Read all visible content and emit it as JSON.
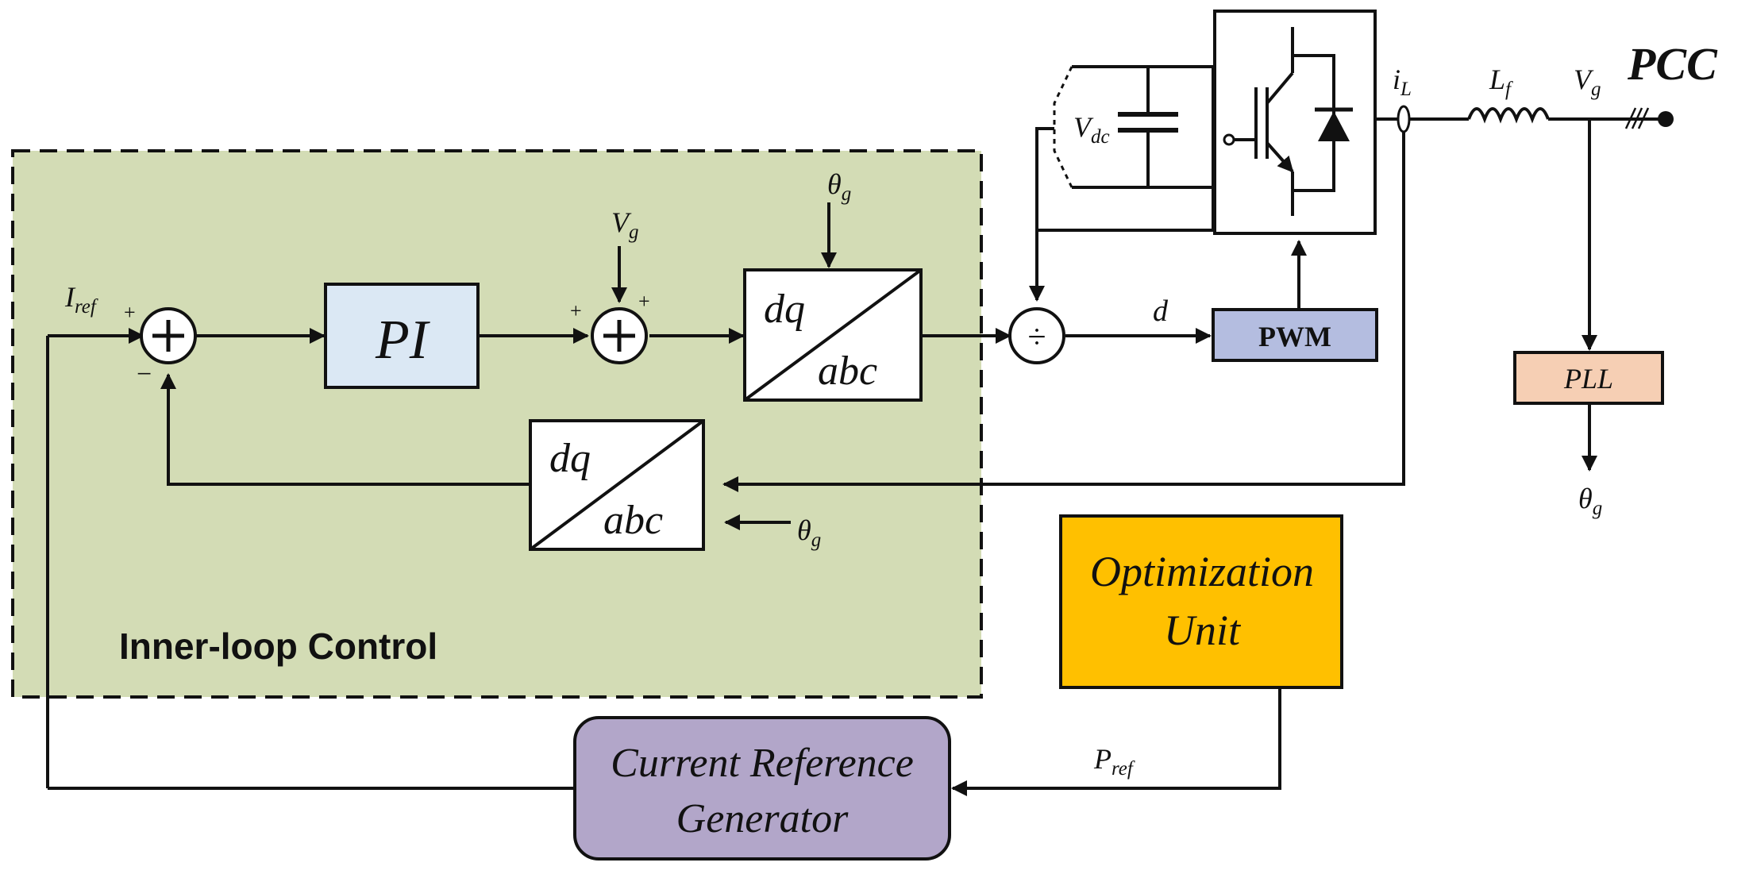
{
  "colors": {
    "inner_loop_fill": "#d3dcb5",
    "pi_fill": "#dbe8f4",
    "pwm_fill": "#b4bde0",
    "pll_fill": "#f6cfb4",
    "optimization_fill": "#ffc000",
    "current_ref_fill": "#b2a6c9",
    "line": "#111111"
  },
  "labels": {
    "inner_loop": "Inner-loop Control",
    "pi": "PI",
    "pwm": "PWM",
    "pll": "PLL",
    "optimization_line1": "Optimization",
    "optimization_line2": "Unit",
    "current_ref_line1": "Current Reference",
    "current_ref_line2": "Generator",
    "pcc": "PCC",
    "dq": "dq",
    "abc": "abc",
    "divide": "÷",
    "d": "d",
    "plus": "+",
    "minus": "−"
  },
  "signals": {
    "iref_main": "I",
    "iref_sub": "ref",
    "vg_main": "V",
    "vg_sub": "g",
    "theta_main": "θ",
    "theta_sub": "g",
    "vdc_main": "V",
    "vdc_sub": "dc",
    "il_main": "i",
    "il_sub": "L",
    "lf_main": "L",
    "lf_sub": "f",
    "pref_main": "P",
    "pref_sub": "ref"
  }
}
